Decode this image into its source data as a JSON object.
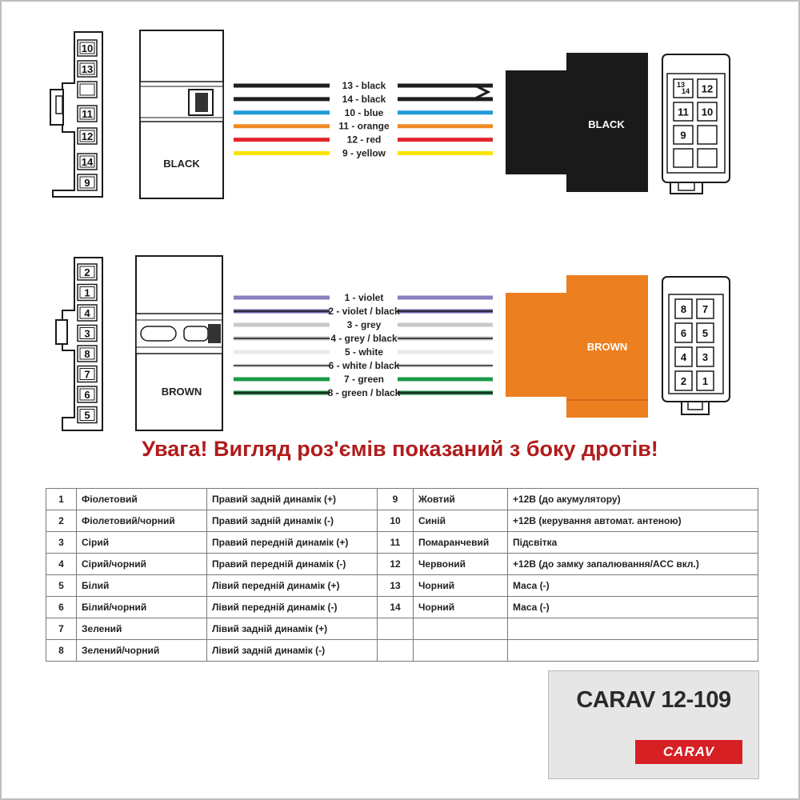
{
  "connectors": {
    "black": {
      "label": "BLACK",
      "side_pins": [
        "10",
        "13",
        "",
        "11",
        "12",
        "14",
        "9"
      ],
      "face_pins": [
        [
          "13/14",
          "12"
        ],
        [
          "11",
          "10"
        ],
        [
          "9",
          ""
        ],
        [
          "",
          ""
        ]
      ],
      "wires": [
        {
          "label": "13 - black",
          "color": "#1e1e1e"
        },
        {
          "label": "14 - black",
          "color": "#1e1e1e"
        },
        {
          "label": "10 - blue",
          "color": "#1f9bd7"
        },
        {
          "label": "11 - orange",
          "color": "#ef8a22"
        },
        {
          "label": "12 - red",
          "color": "#e3242b"
        },
        {
          "label": "9 - yellow",
          "color": "#f7e400"
        }
      ]
    },
    "brown": {
      "label": "BROWN",
      "side_pins": [
        "2",
        "1",
        "4",
        "3",
        "8",
        "7",
        "6",
        "5"
      ],
      "face_pins": [
        [
          "8",
          "7"
        ],
        [
          "6",
          "5"
        ],
        [
          "4",
          "3"
        ],
        [
          "2",
          "1"
        ]
      ],
      "wires": [
        {
          "label": "1 - violet",
          "color": "#8a7fbf",
          "stripe": false
        },
        {
          "label": "2 - violet / black",
          "color": "#6e63a8",
          "stripe": true
        },
        {
          "label": "3 - grey",
          "color": "#c8c8c8",
          "stripe": false
        },
        {
          "label": "4 - grey / black",
          "color": "#c0c0c0",
          "stripe": true
        },
        {
          "label": "5 - white",
          "color": "#e8e8e8",
          "stripe": false
        },
        {
          "label": "6 - white / black",
          "color": "#e6e6e6",
          "stripe": true
        },
        {
          "label": "7 - green",
          "color": "#1d9a4a",
          "stripe": false
        },
        {
          "label": "8 - green / black",
          "color": "#157a3a",
          "stripe": true
        }
      ]
    }
  },
  "warning": "Увага! Вигляд роз'ємів показаний з боку дротів!",
  "pin_table": {
    "rows": [
      [
        "1",
        "Фіолетовий",
        "Правий задній динамік (+)",
        "9",
        "Жовтий",
        "+12В (до акумулятору)"
      ],
      [
        "2",
        "Фіолетовий/чорний",
        "Правий задній динамік (-)",
        "10",
        "Синій",
        "+12В (керування автомат. антеною)"
      ],
      [
        "3",
        "Сірий",
        "Правий передній динамік (+)",
        "11",
        "Помаранчевий",
        "Підсвітка"
      ],
      [
        "4",
        "Сірий/чорний",
        "Правий передній динамік (-)",
        "12",
        "Червоний",
        "+12В (до замку запалювання/ACC вкл.)"
      ],
      [
        "5",
        "Білий",
        "Лівий передній динамік (+)",
        "13",
        "Чорний",
        "Маса (-)"
      ],
      [
        "6",
        "Білий/чорний",
        "Лівий передній динамік (-)",
        "14",
        "Чорний",
        "Маса (-)"
      ],
      [
        "7",
        "Зелений",
        "Лівий задній динамік (+)",
        "",
        "",
        ""
      ],
      [
        "8",
        "Зелений/чорний",
        "Лівий задній динамік (-)",
        "",
        "",
        ""
      ]
    ]
  },
  "model": {
    "name": "CARAV 12-109",
    "brand": "CARAV"
  },
  "colors": {
    "brown_connector": "#ec7f1f",
    "black_connector": "#1a1a1a",
    "warning": "#b01c1c",
    "brand": "#d62024"
  }
}
